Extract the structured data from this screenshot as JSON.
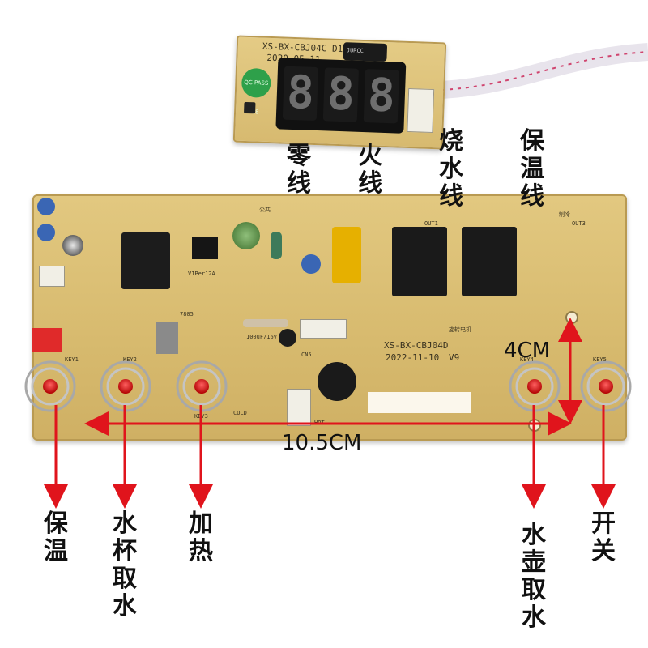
{
  "display_board": {
    "model": "XS-BX-CBJ04C-D10",
    "date": "2020-05-11",
    "digits": [
      "8",
      "8",
      "8"
    ],
    "capacitor_label": "JURCC",
    "sticker_text": "QC PASS 08"
  },
  "main_board": {
    "model": "XS-BX-CBJ04D",
    "date": "2022-11-10",
    "version": "V9",
    "key_labels": [
      "KEY1",
      "KEY2",
      "KEY3",
      "KEY4",
      "KEY5"
    ],
    "silk_ic": "VIPer12A",
    "silk_cap": "100uF/16V",
    "silk_motor": "旋转电机",
    "silk_cold": "制冷",
    "silk_out1": "OUT1",
    "silk_out3": "OUT3",
    "silk_gong": "公共",
    "silk_cn5": "CN5",
    "silk_hot": "HOT",
    "silk_coldtext": "COLD",
    "silk_78": "7805"
  },
  "top_labels": {
    "neutral": "零线",
    "live": "火线",
    "boil": "烧水线",
    "keep_warm": "保温线"
  },
  "dimensions": {
    "height": "4CM",
    "width": "10.5CM"
  },
  "bottom_labels": {
    "keep_warm": "保温",
    "cup_water": "水杯取水",
    "heat": "加热",
    "kettle_water": "水壶取水",
    "power": "开关"
  },
  "colors": {
    "arrow": "#e0141c",
    "board": "#d9bb70",
    "led": "#e01010"
  }
}
